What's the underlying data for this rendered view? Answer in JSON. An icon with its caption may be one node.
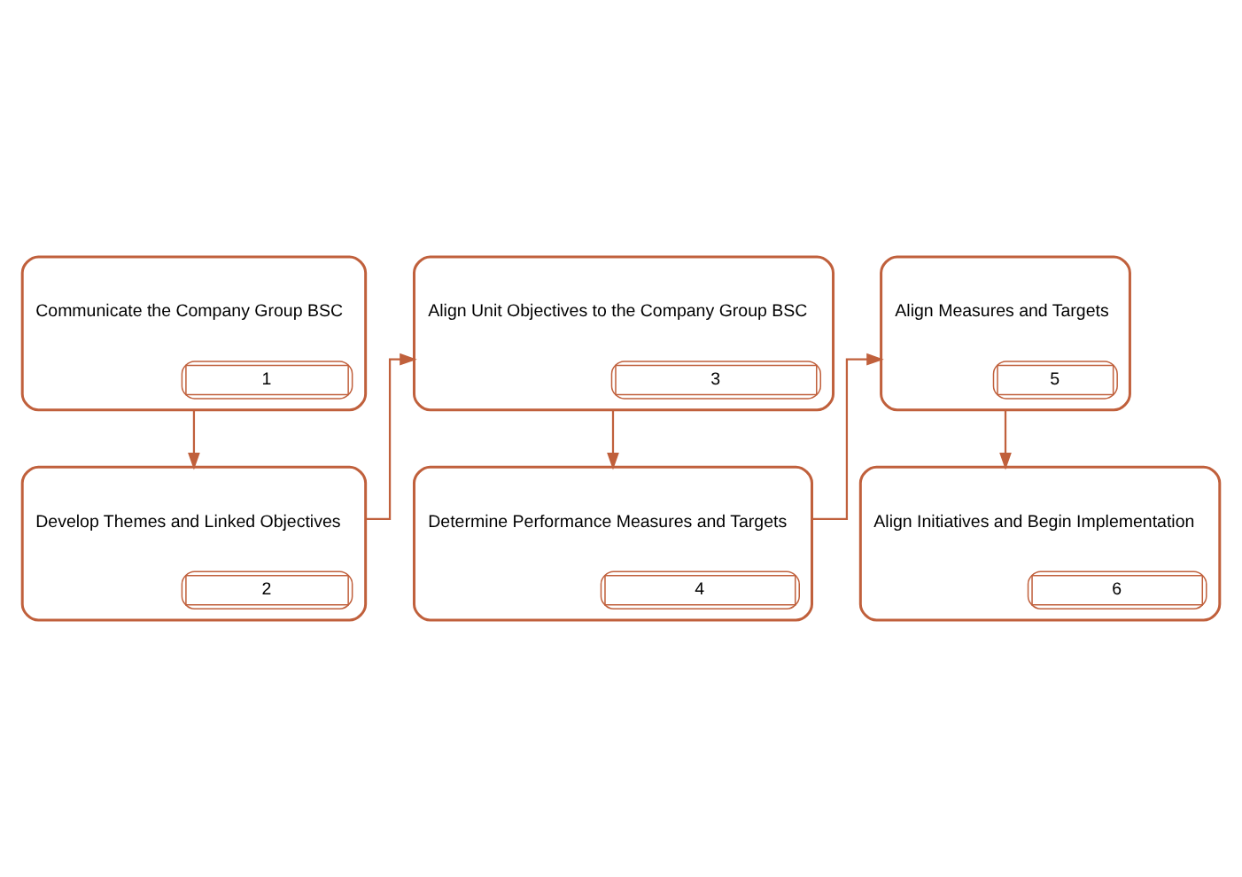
{
  "diagram": {
    "nodes": [
      {
        "text": [
          "Communicate the Company Group BSC",
          "1"
        ]
      },
      {
        "text": [
          "Develop Themes and Linked Objectives",
          "2"
        ]
      },
      {
        "text": [
          "Align Unit Objectives to the Company Group BSC",
          "3"
        ]
      },
      {
        "text": [
          "Determine Performance Measures and Targets",
          "4"
        ]
      },
      {
        "text": [
          "Align Measures and Targets",
          "5"
        ]
      },
      {
        "text": [
          "Align Initiatives and Begin Implementation",
          "6"
        ]
      }
    ],
    "edges": [
      {
        "from": 0,
        "to": 1,
        "arrow": "to"
      },
      {
        "from": 1,
        "to": 2,
        "arrow": "to"
      },
      {
        "from": 2,
        "to": 3,
        "arrow": "to"
      },
      {
        "from": 3,
        "to": 4,
        "arrow": "to"
      },
      {
        "from": 4,
        "to": 5,
        "arrow": "to"
      }
    ]
  }
}
